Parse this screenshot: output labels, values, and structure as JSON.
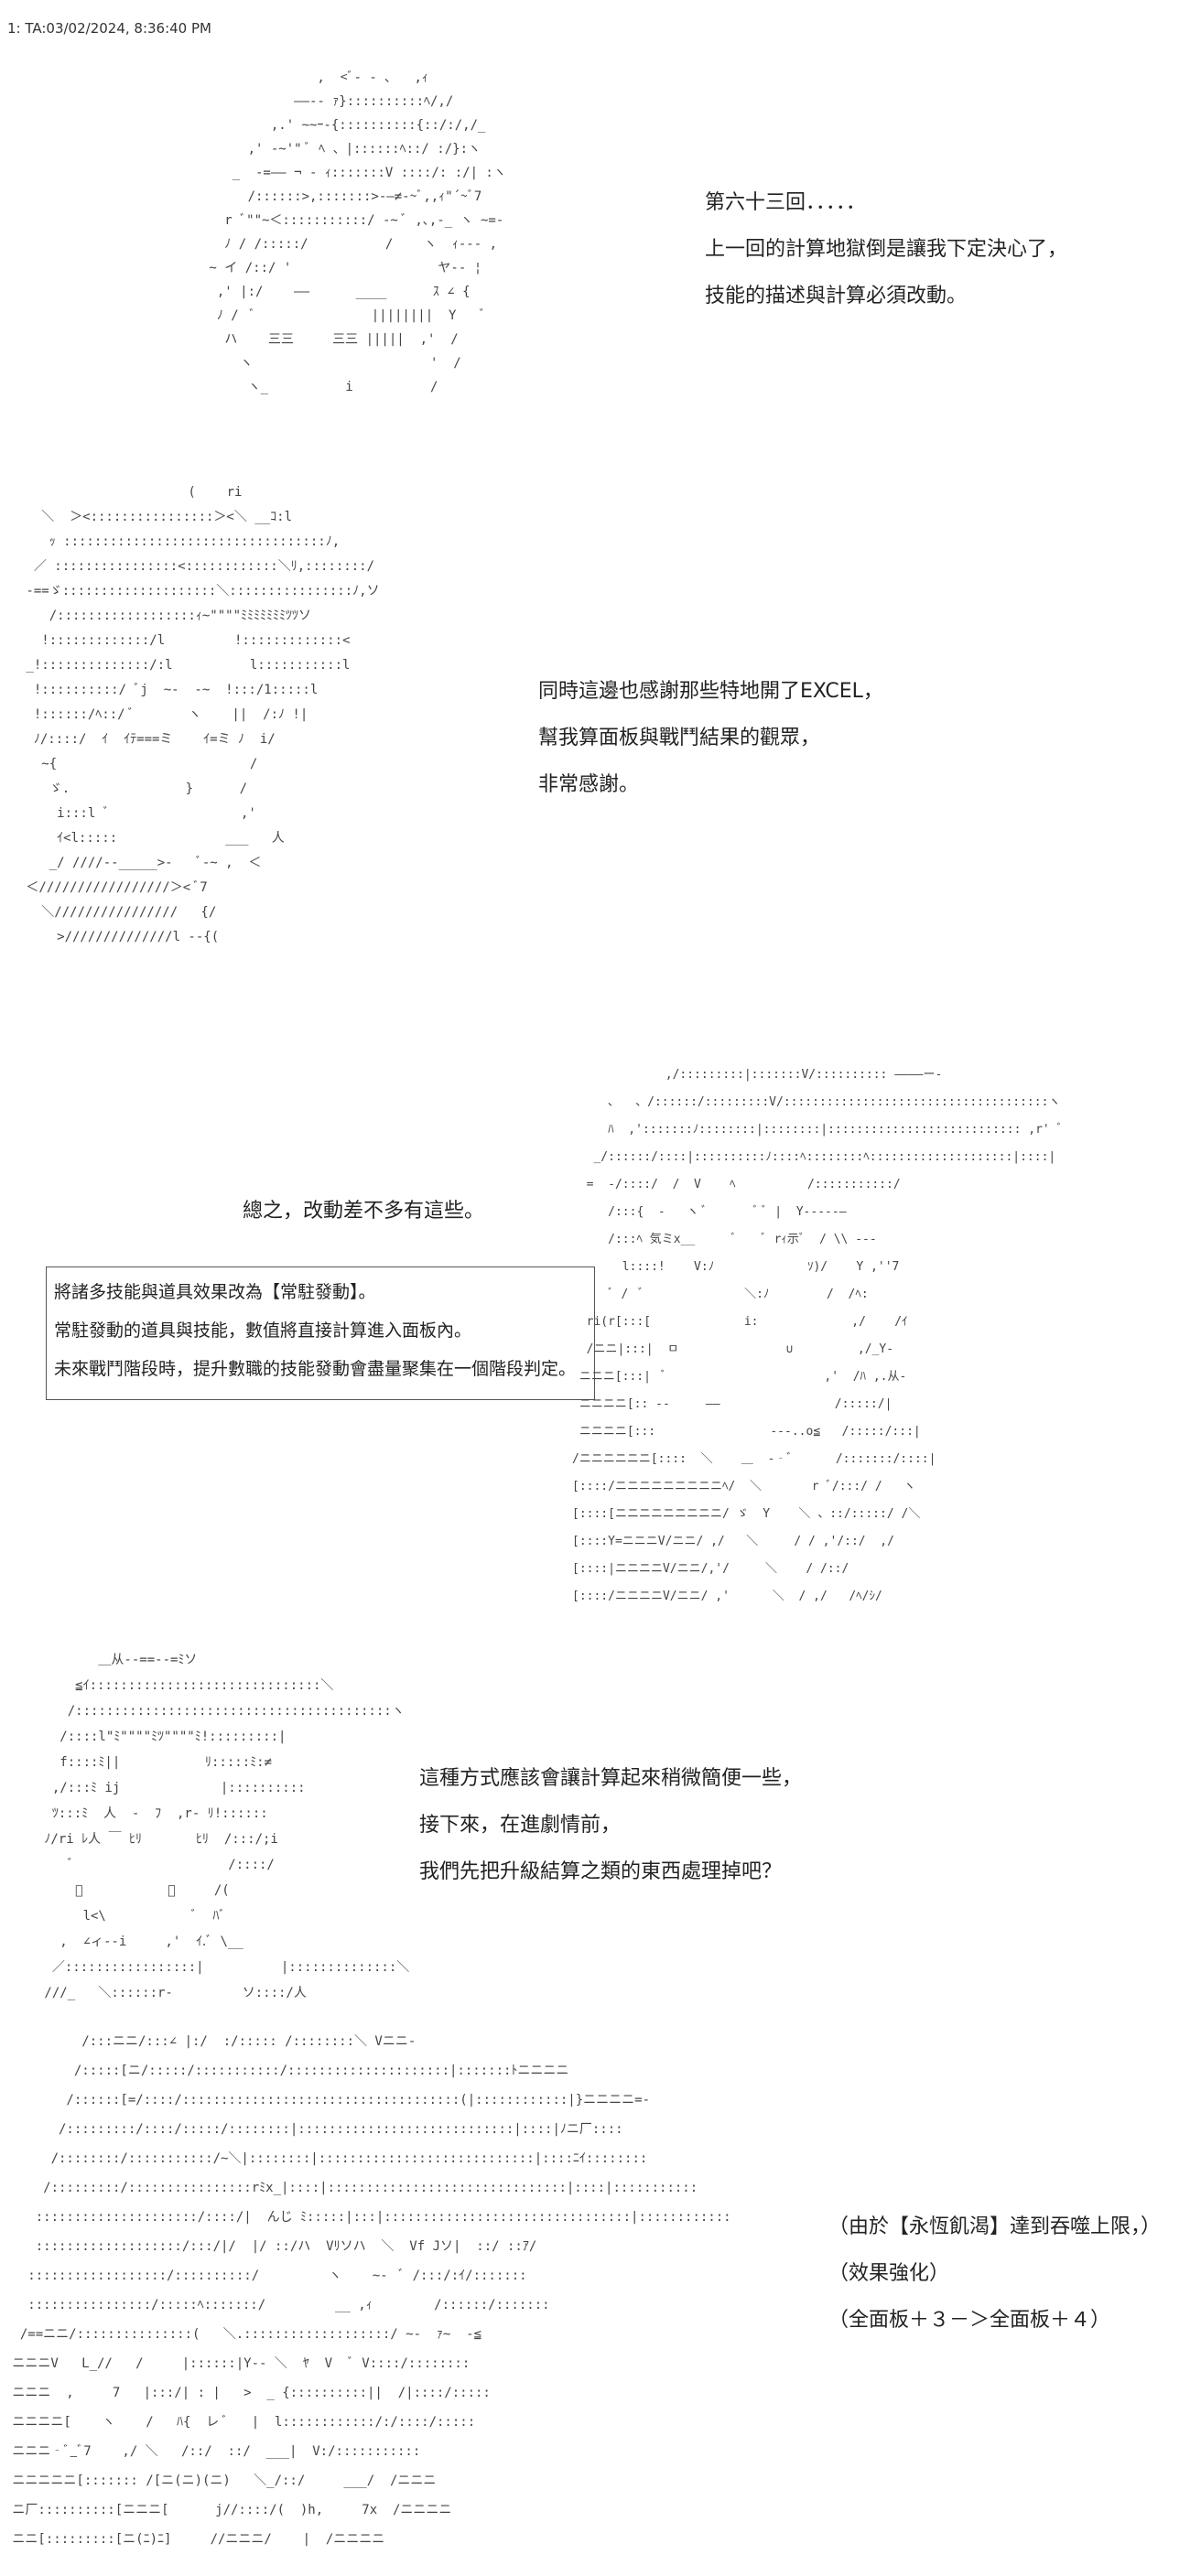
{
  "header": {
    "text": "1: TA:03/02/2024, 8:36:40 PM"
  },
  "panels": [
    {
      "art": "               ,  <ﾞ- ‐ ､   ,ｨ\n            ――-- ｧ}::::::::::ﾍ/,/\n         ,.' ~~ｰ-{::::::::::{::/:/,/_\n      ,' -~'\" ﾞ ﾍ 、|::::::ﾍ::/ :/}:ヽ\n    _  -=―― ¬ ‐ ｨ:::::::V ::::/: :/| :ヽ\n      /::::::>,:::::::>-―≠‐~ﾞ,,ｨ\"´~ﾞ7\n   r ﾞ\"\"~＜:::::::::::/ ‐~ ﾞ ,､,-_ ヽ ~=-\n   ﾉ / /:::::/          /    ヽ  ｨ‐‐‐ ,\n ~ イ /::/ '                   ヤ-‐ ¦\n  ,' |:/    ――      ____      ｽ ∠ {\n  ﾉ /  ﾞ               ||||||||  Y   ﾞ\n   ハ    三三     三三 |||||  ,'  /\n     ヽ                       '  /\n      ヽ_          i          /"
    },
    {
      "text_lines": [
        "第六十三回．．．．．",
        "上一回的計算地獄倒是讓我下定決心了，",
        "技能的描述與計算必須改動。"
      ]
    },
    {
      "art": "                      (    ri\n   ＼  ＞<::::::::::::::::＞<＼ __ｺ:l\n    ｯ ::::::::::::::::::::::::::::::::::ﾉ,\n  ／ ::::::::::::::::<::::::::::::＼ﾘ,::::::::/\n -==ゞ::::::::::::::::::::＼::::::::::::::::ﾉ,ソ\n    /::::::::::::::::::ｨ~\"\"\"\"ﾐﾐﾐﾐﾐﾐﾐﾂﾂソ\n   !:::::::::::::/l         !:::::::::::::<\n _!::::::::::::::/:l          l:::::::::::l\n  !::::::::::/ ﾞj  ~‐  ‐~  !:::/1:::::l\n  !::::::/ﾍ::/ ﾞ       ヽ    ||  /:ﾉ !|\n  ﾉ/::::/  ｲ  ｲﾃ===ミ    ｲ=ミ ﾉ  i/\n   ~{                         /\n    ゞ.               }      /\n     i:::l ﾞ                 ,'\n     ｲ<l:::::              ___   人\n    _/ ////‐-_____>-   ﾞ‐~ ,  ＜\n ＜/////////////////＞< ﾞ7\n   ＼////////////////   {/\n     >//////////////l ‐-{("
    },
    {
      "text_lines": [
        "同時這邊也感謝那些特地開了EXCEL，",
        "幫我算面板與戰鬥結果的觀眾，",
        "非常感謝。"
      ]
    },
    {
      "text_lines": [
        "總之，改動差不多有這些。"
      ],
      "box_lines": [
        "將諸多技能與道具效果改為【常駐發動】。",
        "常駐發動的道具與技能，數值將直接計算進入面板內。",
        "未來戰鬥階段時，提升數職的技能發動會盡量聚集在一個階段判定。"
      ]
    },
    {
      "art": "             ,/:::::::::|:::::::V/:::::::::: ――――ー-\n     ､   、/::::::/:::::::::V/:::::::::::::::::::::::::::::::::::::ヽ\n     ﾊ  ,':::::::ﾉ::::::::|::::::::|::::::::::::::::::::::::::: ,r' ﾞ\n   _/::::::/::::|::::::::::ﾉ::::ﾍ::::::::ﾍ::::::::::::::::::::|::::|\n  =  -/::::/  /  V    ﾍ          /:::::::::::/\n     /:::{  ‐   ヽ ﾞ       ﾞ ﾞ |  Y‐‐‐‐‐―\n     /:::ﾍ 気ミx__     ﾞ    ﾞ rｨ示ﾞ  / \\\\ ‐‐‐\n       l::::!    V:ﾉ             ｿ)/    Y ,''7\n     ﾞ /  ﾞ              ＼:ﾉ        /  /ﾍ:\n  ri(r[:::[             i:             ,/    /ｲ\n  /ニニ|:::|  ㅁ               ∪         ,/_Y‐\n ニニニ[:::|  ﾞ                      ,'  /ﾊ ,.从‐\n ニニニニ[:: ‐‐     ――                /:::::/|\n ニニニニ[:::                ‐--..o≦   /:::::/:::|\n/ニニニニニニ[::::  ＼    ＿  -‐ﾞ      /:::::::/::::|\n[::::/ニニニニニニニニニﾍ/  ＼       r ﾞ/:::/ /   ヽ\n[::::[ニニニニニニニニニ/ ゞ  Y    ＼ 、::/:::::/ /＼\n[::::Y=ニニニV/ニニ/ ,/   ＼     / / ,'/::/  ,/\n[::::|ニニニニV/ニニ/,'/     ＼    / /::/\n[::::/ニニニニV/ニニ/ ,'      ＼  / ,/   /ﾍ/ｼ/"
    },
    {
      "art": "        ＿从‐-==‐-=ﾐソ\n     ≦ｲ::::::::::::::::::::::::::::::＼\n    /:::::::::::::::::::::::::::::::::::::::::ヽ\n   /::::l\"ﾐ\"\"\"\"ﾐﾂ\"\"\"\"ﾐ!:::::::::|\n   f::::ﾐ||           ﾘ:::::ﾐ:≠\n  ,/:::ﾐ ij             |::::::::::\n  ﾂ:::ﾐ  人  ‐  ﾌ  ,r‐ ﾘ!::::::\n ﾉ/ri ﾚ人 ￣ ﾋﾘ       ﾋﾘ  /:::/;i\n    ﾞ                    /::::/\n     ﾞ           ﾞ     /(\n      l<\\           ﾞ  ﾊﾞ\n   ,  ∠ィ‐‐i     ,'  ｲ.ﾞ \\__\n  ／:::::::::::::::::|          |::::::::::::::＼\n ///_   ＼::::::r‐         ソ::::/人"
    },
    {
      "text_lines": [
        "這種方式應該會讓計算起來稍微簡便一些，",
        "接下來，在進劇情前，",
        "我們先把升級結算之類的東西處理掉吧？"
      ]
    },
    {
      "art": "          /:::ニニ/:::∠ |:/  :/::::: /::::::::＼ Vニニ-\n         /:::::[ニ/:::::/:::::::::::/:::::::::::::::::::::|:::::::ﾄニニニニ\n        /::::::[=/::::/::::::::::::::::::::::::::::::::::::(|::::::::::::|}ニニニニ=-\n       /:::::::::/::::/:::::/::::::::|::::::::::::::::::::::::::::|::::|ﾉニ厂::::\n      /::::::::/:::::::::::/~＼|::::::::|::::::::::::::::::::::::::::|::::ﾆｲ::::::::\n     /:::::::::/::::::::::::::::rﾐx_|::::|:::::::::::::::::::::::::::::::|::::|:::::::::::\n    :::::::::::::::::::::/::::/|  んじ ﾐ:::::|:::|::::::::::::::::::::::::::::::::|::::::::::::\n    :::::::::::::::::::/:::/|/  |/ ::/ハ  Vﾘソハ  ＼  Vf Jソ|  ::/ ::ｱ/\n   ::::::::::::::::::/::::::::::/         ヽ    ~‐  ﾞ /:::/:ｲ/:::::::\n   ::::::::::::::::/:::::ﾍ:::::::/         __ ,ｨ        /::::::/:::::::\n  /==ニニ/:::::::::::::::(   ＼.:::::::::::::::::::/ ~‐  ｧ~  ‐≦\n ニニニV   L_//   /     |::::::|Y‐‐ ＼  ﾔ  V  ﾞ V::::/::::::::\n ニニニ  ,     7   |:::/| : |   >  _ {::::::::::||  /|::::/:::::\n ニニニニ[    ヽ    /   ﾊ{  レ ﾞ   |  l::::::::::::/:/::::/:::::\n ニニニ‐ﾞ_ﾞ7    ,/ ＼   /::/  ::/  ___|  V:/:::::::::::\n ニニニニニ[::::::: /[ニ(ニ)(ニ)   ＼_/::/     ___/  /ニニニ\n ニ厂::::::::::[ニニニ[      j//::::/(  )h,     7x  /ニニニニ\n ニニ[:::::::::[ニ(ﾆ)ﾆ]     //ニニニ/    |  /ニニニニ"
    },
    {
      "text_lines": [
        "（由於【永恆飢渴】達到吞噬上限，）",
        "（效果強化）",
        "（全面板＋３－＞全面板＋４）"
      ]
    }
  ]
}
